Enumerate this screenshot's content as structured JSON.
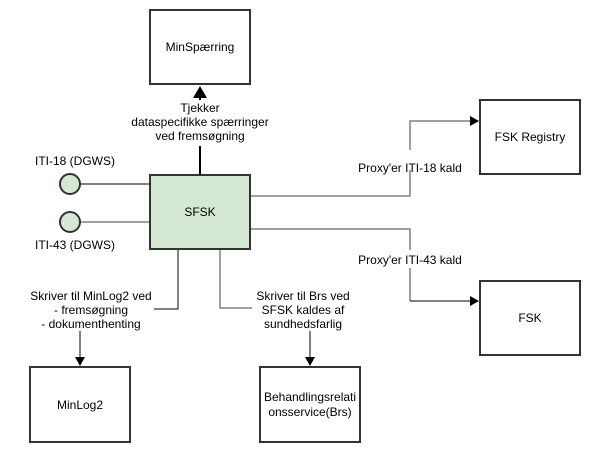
{
  "nodes": {
    "minspaerring": {
      "label": "MinSpærring"
    },
    "sfsk": {
      "label": "SFSK",
      "fill": "#d5e8d4"
    },
    "fsk_registry": {
      "label": "FSK Registry"
    },
    "fsk": {
      "label": "FSK"
    },
    "minlog2": {
      "label": "MinLog2"
    },
    "brs": {
      "label_lines": [
        "Behandlingsrelati",
        "onsservice(Brs)"
      ]
    },
    "iti18": {
      "label": "ITI-18 (DGWS)",
      "fill": "#d5e8d4"
    },
    "iti43": {
      "label": "ITI-43 (DGWS)",
      "fill": "#d5e8d4"
    }
  },
  "edges": {
    "to_minspaerring": {
      "label_lines": [
        "Tjekker",
        "dataspecifikke spærringer",
        "ved fremsøgning"
      ]
    },
    "to_fsk_registry": {
      "label": "Proxy'er ITI-18 kald"
    },
    "to_fsk": {
      "label": "Proxy'er ITI-43 kald"
    },
    "to_minlog2": {
      "label_lines": [
        "Skriver til MinLog2 ved",
        "- fremsøgning",
        "- dokumenthenting"
      ]
    },
    "to_brs": {
      "label_lines": [
        "Skriver til Brs ved",
        "SFSK kaldes af",
        "sundhedsfarlig"
      ]
    }
  },
  "colors": {
    "stroke": "#333333",
    "edge_gray": "#808080",
    "edge_dark": "#000000"
  }
}
